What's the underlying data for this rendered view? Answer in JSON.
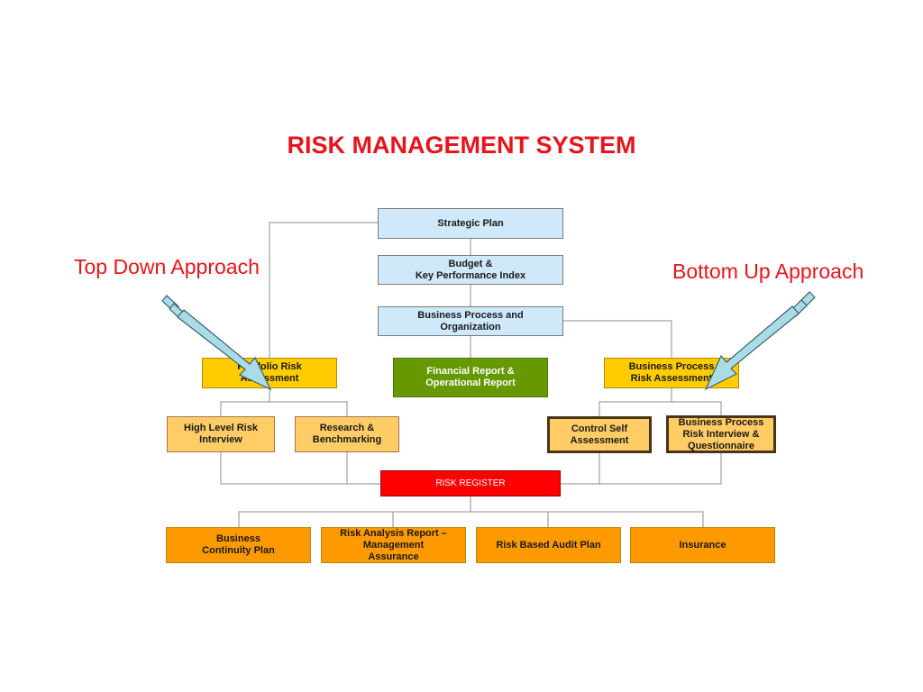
{
  "title": "RISK MANAGEMENT SYSTEM",
  "approaches": {
    "top_down": "Top Down Approach",
    "bottom_up": "Bottom Up Approach"
  },
  "nodes": {
    "strategic_plan": "Strategic Plan",
    "budget_kpi": "Budget &\nKey Performance Index",
    "business_process_org": "Business Process and\nOrganization",
    "portfolio_risk": "Portfolio Risk\nAssessment",
    "financial_report": "Financial Report &\nOperational Report",
    "bp_risk_assessment": "Business Process\nRisk Assessment",
    "high_level_risk": "High Level Risk\nInterview",
    "research_bench": "Research &\nBenchmarking",
    "control_self": "Control Self\nAssessment",
    "bp_risk_interview": "Business Process\nRisk Interview &\nQuestionnaire",
    "risk_register": "RISK REGISTER",
    "business_continuity": "Business\nContinuity Plan",
    "risk_analysis_report": "Risk Analysis Report –\nManagement\nAssurance",
    "risk_based_audit": "Risk Based Audit Plan",
    "insurance": "Insurance"
  },
  "colors": {
    "title_red": "#e8141c",
    "blue_fill": "#cfe8fa",
    "green_fill": "#669900",
    "yellow_fill": "#ffcc00",
    "peach_fill": "#ffcc66",
    "red_fill": "#ff0000",
    "orange_fill": "#ff9900",
    "arrow_fill": "#a8dde6"
  },
  "icons": {
    "top_down_arrow": "diagonal-arrow-down-right",
    "bottom_up_arrow": "diagonal-arrow-down-left"
  }
}
